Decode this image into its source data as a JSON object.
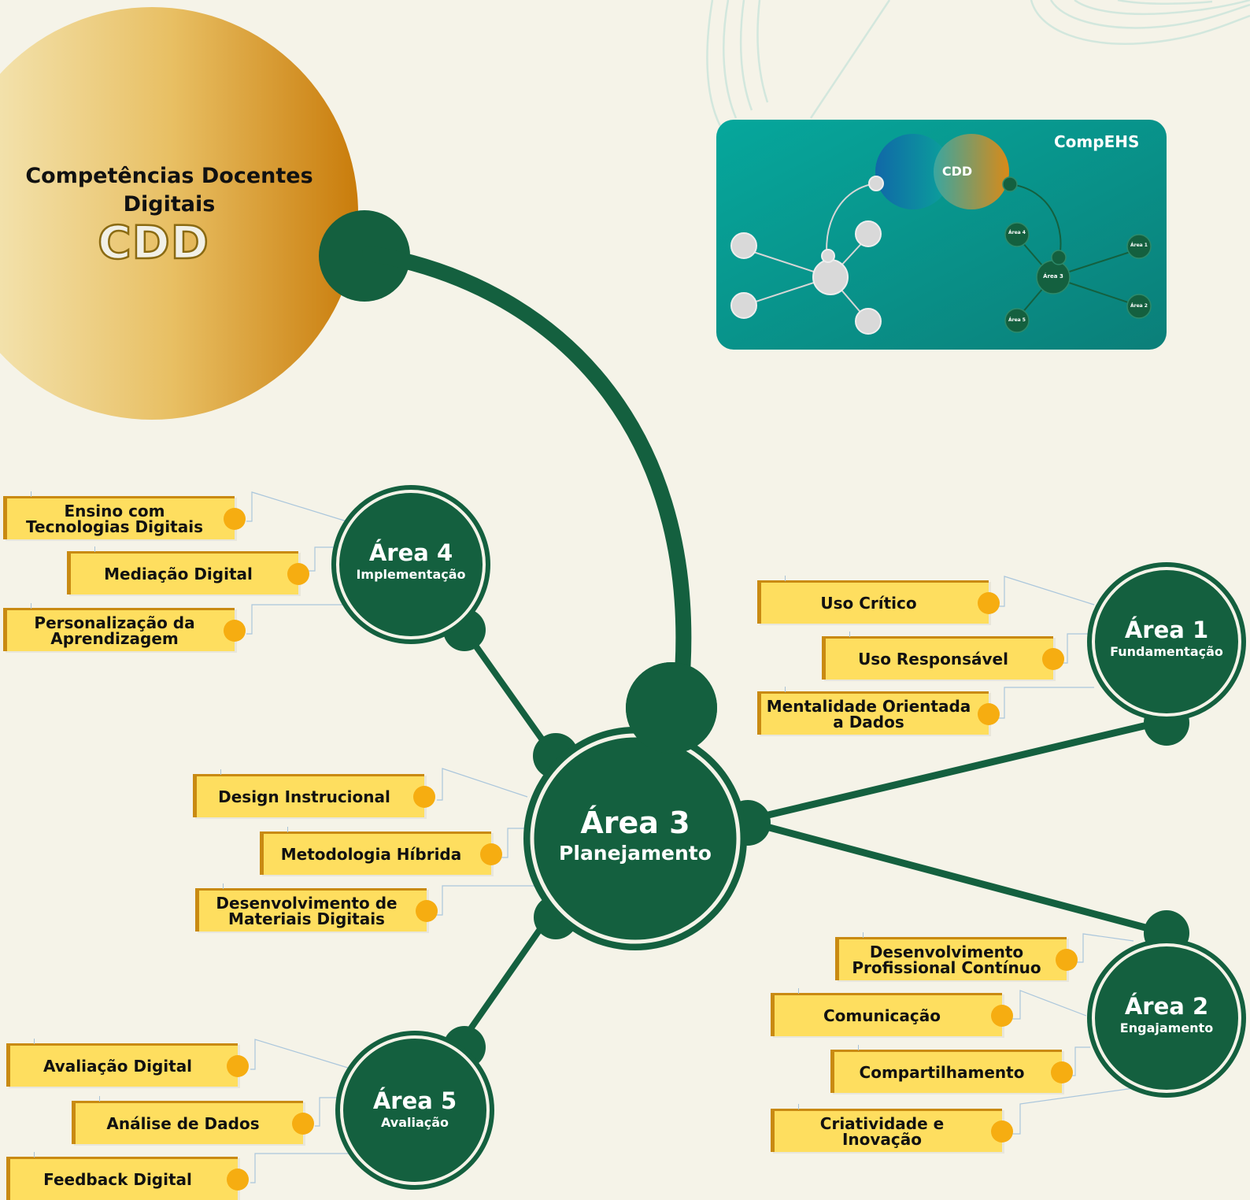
{
  "title": {
    "line1": "Competências Docentes",
    "line2": "Digitais",
    "acronym": "CDD"
  },
  "central": {
    "title": "Área 3",
    "subtitle": "Planejamento"
  },
  "areas": [
    {
      "key": "area1",
      "title": "Área 1",
      "subtitle": "Fundamentação",
      "competencies": [
        "Uso Crítico",
        "Uso Responsável",
        "Mentalidade Orientada a Dados"
      ]
    },
    {
      "key": "area2",
      "title": "Área 2",
      "subtitle": "Engajamento",
      "competencies": [
        "Desenvolvimento Profissional Contínuo",
        "Comunicação",
        "Compartilhamento",
        "Criatividade e Inovação"
      ]
    },
    {
      "key": "area3",
      "title": "Área 3",
      "subtitle": "Planejamento",
      "competencies": [
        "Design Instrucional",
        "Metodologia Híbrida",
        "Desenvolvimento de Materiais Digitais"
      ]
    },
    {
      "key": "area4",
      "title": "Área 4",
      "subtitle": "Implementação",
      "competencies": [
        "Ensino com Tecnologias Digitais",
        "Mediação Digital",
        "Personalização da Aprendizagem"
      ]
    },
    {
      "key": "area5",
      "title": "Área 5",
      "subtitle": "Avaliação",
      "competencies": [
        "Avaliação Digital",
        "Análise de Dados",
        "Feedback Digital"
      ]
    }
  ],
  "minimap": {
    "brand": "CompEHS",
    "center_label": "CDD",
    "labels": [
      "Área 4",
      "Área 1",
      "Área 3",
      "Área 2",
      "Área 5"
    ]
  },
  "colors": {
    "background": "#f5f3e8",
    "node_green": "#14603f",
    "leaf_yellow": "#fede5f",
    "leaf_border": "#c98a12",
    "dot_orange": "#f6ad11",
    "gold_light": "#f6ecc1",
    "gold_dark": "#c97c0b",
    "teal": "#0a9c94"
  },
  "icons": [
    "contour-lines-decoration"
  ]
}
